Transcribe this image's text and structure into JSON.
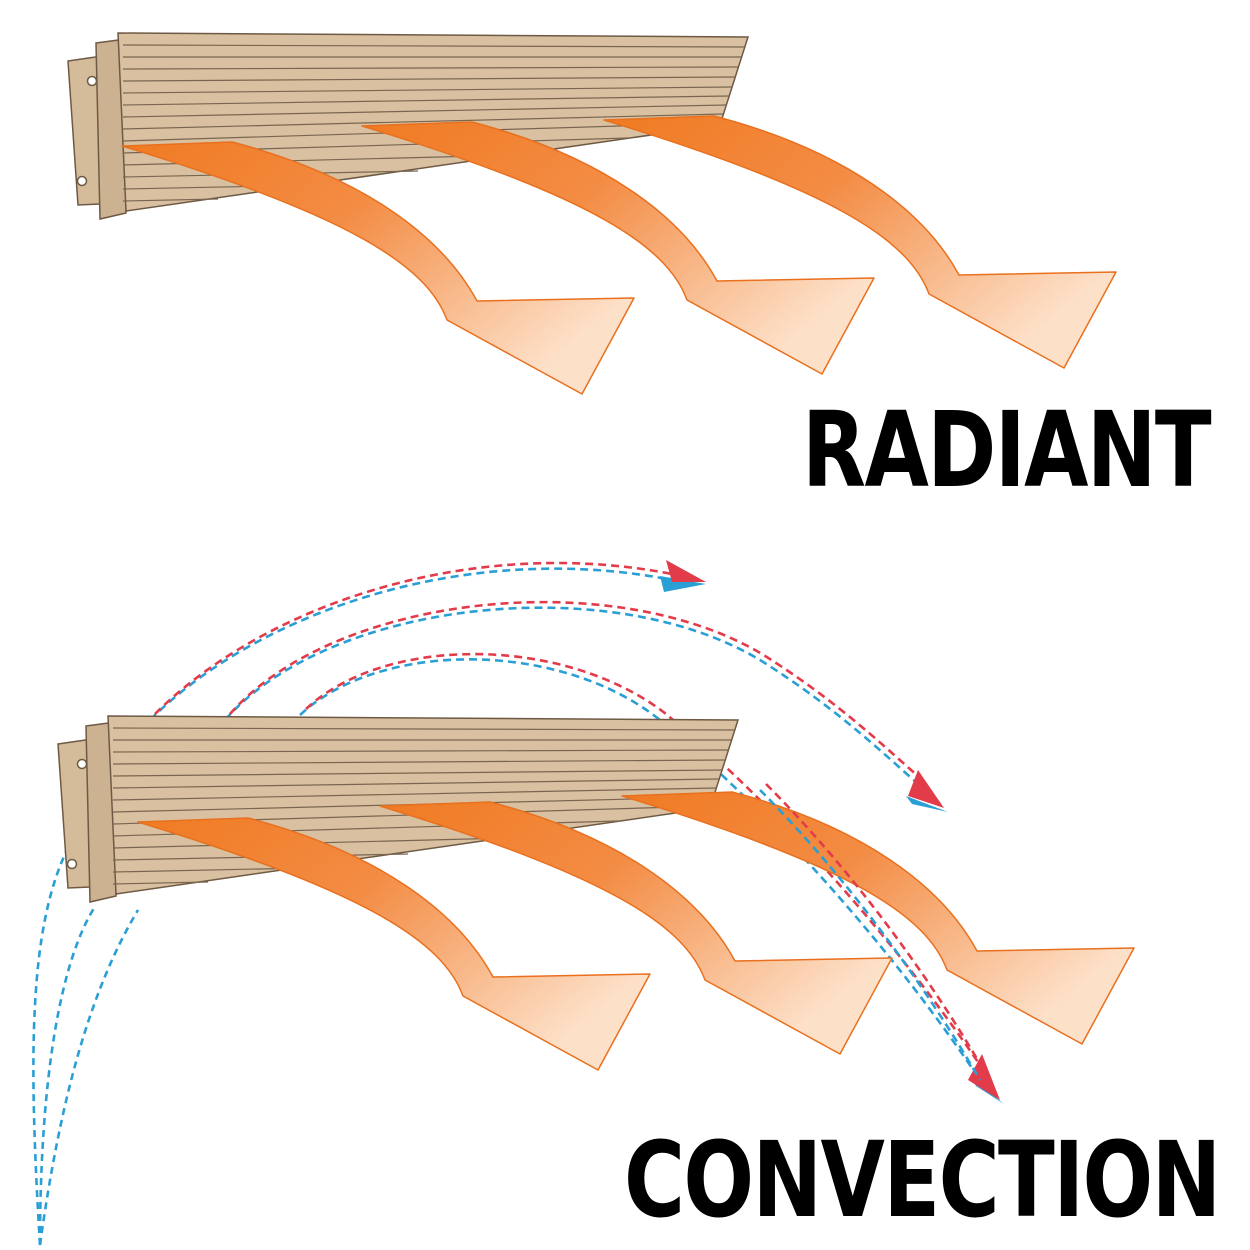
{
  "labels": {
    "radiant": "RADIANT",
    "convection": "CONVECTION"
  },
  "colors": {
    "heater_body": "#d2b896",
    "heater_line": "#6e5a44",
    "radiant_orange": "#f07a22",
    "radiant_light": "#fbd0ad",
    "arrow_outline": "#e8701e",
    "warm_air": "#e23b4a",
    "cool_air": "#2a9fd6"
  },
  "icons": [
    "heater-panel",
    "radiant-heat-arrow",
    "convection-air-arrow"
  ]
}
